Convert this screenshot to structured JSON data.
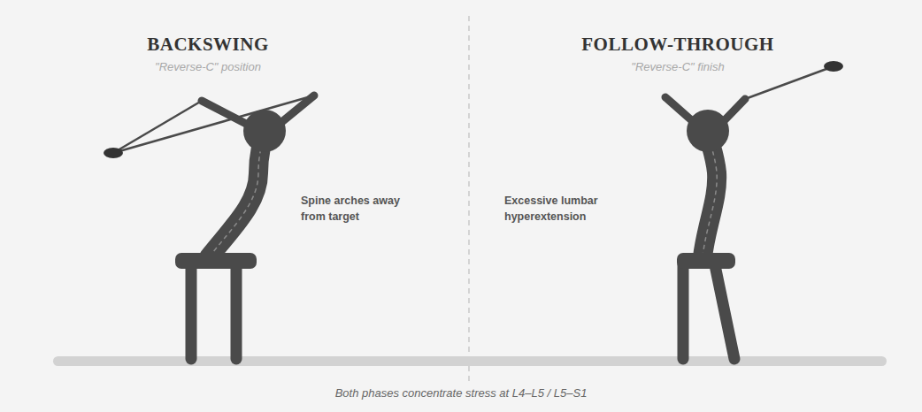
{
  "diagram": {
    "caption": "Both phases concentrate stress at L4–L5 / L5–S1",
    "labels": [
      "BACKSWING",
      "\"Reverse-C\" position",
      "Spine arches away from target",
      "FOLLOW-THROUGH",
      "\"Reverse-C\" finish",
      "Excessive lumbar hyperextension"
    ]
  }
}
